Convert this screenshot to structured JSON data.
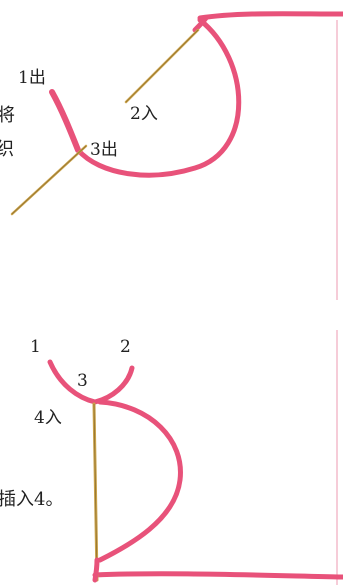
{
  "step_top": {
    "label_1": "1出",
    "label_2": "2入",
    "label_3": "3出",
    "text_cut_1": "将",
    "text_cut_2": "织"
  },
  "step_bottom": {
    "label_1": "1",
    "label_2": "2",
    "label_3": "3",
    "label_4": "4入",
    "text_cut": "插入4。"
  },
  "colors": {
    "thread": "#e8527a",
    "needle": "#c9a24a",
    "needle_dark": "#8a6a2a",
    "fabric_edge": "#f3bccb",
    "text": "#222222"
  }
}
